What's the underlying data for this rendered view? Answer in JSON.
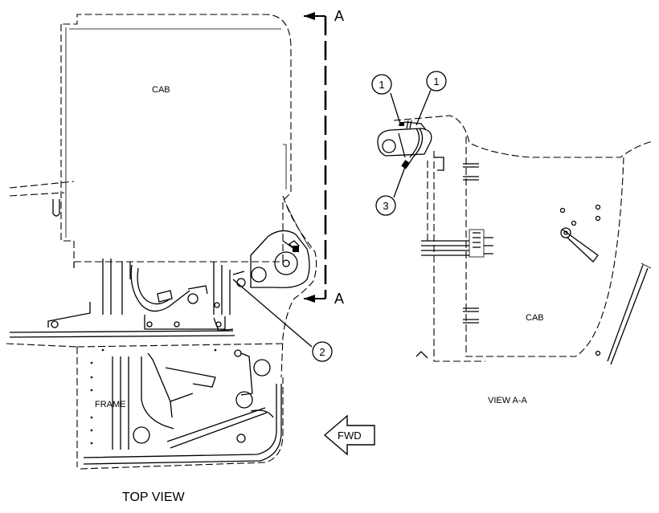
{
  "labels": {
    "cab_top": "CAB",
    "frame": "FRAME",
    "top_view": "TOP VIEW",
    "section_a_top": "A",
    "section_a_bottom": "A",
    "fwd": "FWD",
    "cab_view": "CAB",
    "view_aa": "VIEW A-A"
  },
  "callouts": [
    {
      "id": "callout-1-left",
      "number": "1"
    },
    {
      "id": "callout-1-right",
      "number": "1"
    },
    {
      "id": "callout-3",
      "number": "3"
    },
    {
      "id": "callout-2",
      "number": "2"
    }
  ]
}
